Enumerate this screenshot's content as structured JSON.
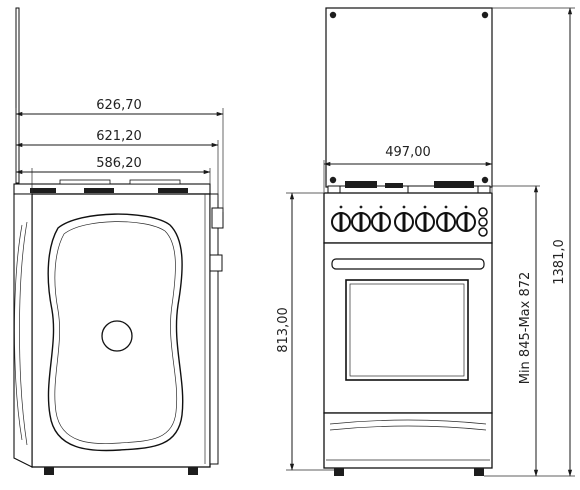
{
  "dimensions": {
    "side_depth_1": "626,70",
    "side_depth_2": "621,20",
    "side_depth_3": "586,20",
    "front_width": "497,00",
    "front_body_height": "813,00",
    "front_hob_height": "Min 845-Max 872",
    "front_total_height": "1381,0"
  },
  "colors": {
    "line": "#1a1a1a",
    "text": "#222222",
    "background": "#ffffff"
  }
}
